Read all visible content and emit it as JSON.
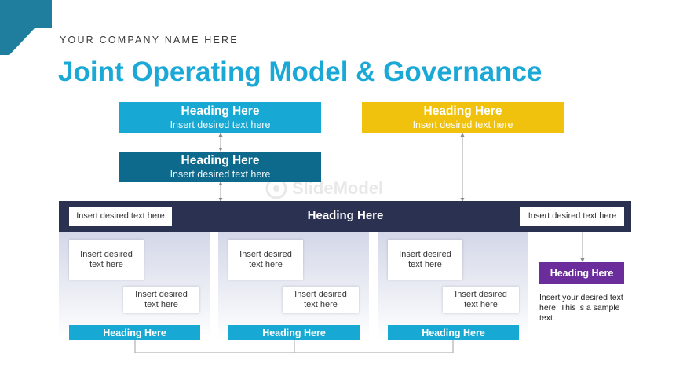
{
  "company": "YOUR COMPANY NAME HERE",
  "title": "Joint Operating Model & Governance",
  "top_left": {
    "heading": "Heading Here",
    "text": "Insert desired text here"
  },
  "mid_left": {
    "heading": "Heading Here",
    "text": "Insert desired text here"
  },
  "top_right": {
    "heading": "Heading Here",
    "text": "Insert desired text here"
  },
  "band": {
    "title": "Heading Here",
    "left_label": "Insert desired text here",
    "right_label": "Insert desired text here"
  },
  "columns": [
    {
      "box_a": "Insert desired text here",
      "box_b": "Insert desired text here",
      "footer": "Heading Here"
    },
    {
      "box_a": "Insert desired text here",
      "box_b": "Insert desired text here",
      "footer": "Heading Here"
    },
    {
      "box_a": "Insert desired text here",
      "box_b": "Insert desired text here",
      "footer": "Heading Here"
    }
  ],
  "side": {
    "heading": "Heading Here",
    "text": "Insert your desired text here. This is a sample text."
  },
  "watermark": "SlideModel",
  "colors": {
    "cyan": "#17a9d4",
    "teal": "#0e6a8c",
    "yellow": "#f0c20d",
    "navy": "#2b3150",
    "purple": "#6b2d9b"
  }
}
